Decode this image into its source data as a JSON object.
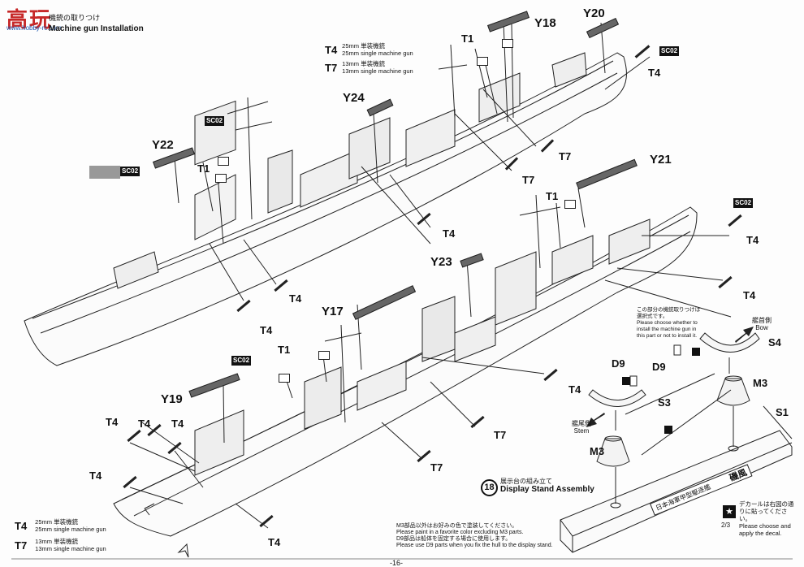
{
  "watermark": {
    "logo_text": "高玩",
    "site": "www.hobby-rc.com"
  },
  "header": {
    "jp": "機銃の取りつけ",
    "en": "Machine gun Installation"
  },
  "legend_top": [
    {
      "code": "T4",
      "jp": "25mm 単装機銃",
      "en": "25mm single machine gun"
    },
    {
      "code": "T7",
      "jp": "13mm 単装機銃",
      "en": "13mm single machine gun"
    }
  ],
  "legend_bottom": [
    {
      "code": "T4",
      "jp": "25mm 単装機銃",
      "en": "25mm single machine gun"
    },
    {
      "code": "T7",
      "jp": "13mm 単装機銃",
      "en": "13mm single machine gun"
    }
  ],
  "labels": {
    "Y20": "Y20",
    "Y18": "Y18",
    "T1": "T1",
    "Y24": "Y24",
    "Y22": "Y22",
    "Y21": "Y21",
    "Y23": "Y23",
    "Y17": "Y17",
    "Y19": "Y19",
    "T4": "T4",
    "T7": "T7",
    "SC02": "SC02",
    "D9": "D9",
    "S3": "S3",
    "S4": "S4",
    "M3": "M3",
    "S1": "S1"
  },
  "note_mg": {
    "jp": "この部分の機銃取りつけは選択式です。",
    "en": "Please choose whether to install the machine gun in this part or not to install it."
  },
  "bow": {
    "jp": "艦首側",
    "en": "Bow"
  },
  "stern": {
    "jp": "艦尾側",
    "en": "Stem"
  },
  "step": {
    "number": "18",
    "jp": "展示台の組み立て",
    "en": "Display Stand Assembly"
  },
  "paint_note": {
    "jp1": "M3部品以外はお好みの色で塗装してください。",
    "en1": "Please paint in a favorite color excluding M3 parts.",
    "jp2": "D9部品は船体を固定する場合に使用します。",
    "en2": "Please use D9 parts when you fix the hull to the display stand."
  },
  "nameplate": {
    "jp": "日本海軍甲型駆逐艦",
    "kanji": "磯風"
  },
  "decal_note": {
    "jp": "デカールは右図の通りに貼ってください。",
    "en": "Please choose and apply the decal.",
    "ref": "2/3"
  },
  "page_number": "-16-"
}
